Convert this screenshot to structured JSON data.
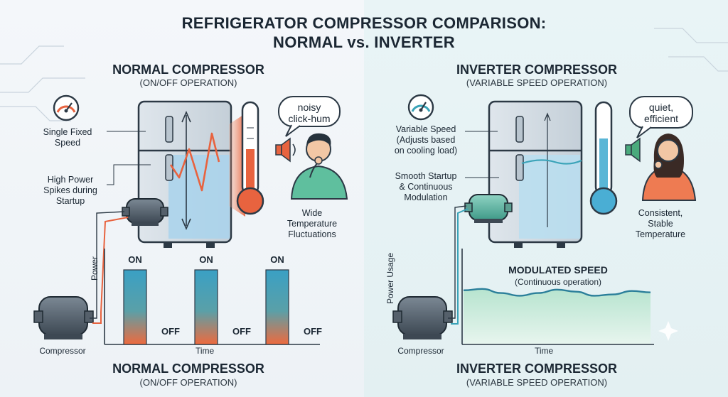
{
  "title": {
    "line1": "REFRIGERATOR COMPRESSOR COMPARISON:",
    "line2": "NORMAL vs. INVERTER"
  },
  "left": {
    "heading": "NORMAL COMPRESSOR",
    "subheading": "(ON/OFF OPERATION)",
    "speed_label_1": "Single Fixed",
    "speed_label_2": "Speed",
    "spike_label_1": "High Power",
    "spike_label_2": "Spikes during",
    "spike_label_3": "Startup",
    "bubble_1": "noisy",
    "bubble_2": "click-hum",
    "temp_label_1": "Wide",
    "temp_label_2": "Temperature",
    "temp_label_3": "Fluctuations",
    "compressor_label": "Compressor",
    "footer_heading": "NORMAL COMPRESSOR",
    "footer_subheading": "(ON/OFF OPERATION)"
  },
  "right": {
    "heading": "INVERTER COMPRESSOR",
    "subheading": "(VARIABLE SPEED OPERATION)",
    "speed_label_1": "Variable Speed",
    "speed_label_2": "(Adjusts based",
    "speed_label_3": "on cooling load)",
    "startup_label_1": "Smooth Startup",
    "startup_label_2": "& Continuous",
    "startup_label_3": "Modulation",
    "bubble_1": "quiet,",
    "bubble_2": "efficient",
    "temp_label_1": "Consistent,",
    "temp_label_2": "Stable",
    "temp_label_3": "Temperature",
    "compressor_label": "Compressor",
    "footer_heading": "INVERTER COMPRESSOR",
    "footer_subheading": "(VARIABLE SPEED OPERATION)"
  },
  "chart_data": [
    {
      "type": "bar",
      "xlabel": "Time",
      "ylabel": "Power",
      "states": [
        "ON",
        "OFF",
        "ON",
        "OFF",
        "ON",
        "OFF"
      ],
      "values": [
        1,
        0,
        1,
        0,
        1,
        0
      ]
    },
    {
      "type": "area",
      "xlabel": "Time",
      "ylabel": "Power Usage",
      "annotation": "MODULATED SPEED",
      "annotation_sub": "(Continuous operation)",
      "x": [
        0,
        0.1,
        0.2,
        0.3,
        0.4,
        0.5,
        0.6,
        0.7,
        0.8,
        0.9,
        1.0
      ],
      "values": [
        0.78,
        0.8,
        0.74,
        0.7,
        0.74,
        0.79,
        0.76,
        0.7,
        0.72,
        0.77,
        0.75
      ]
    }
  ],
  "colors": {
    "hot": "#e8633f",
    "cold": "#3fa7c9",
    "teal": "#3aa3b8",
    "dark": "#1b2733"
  }
}
